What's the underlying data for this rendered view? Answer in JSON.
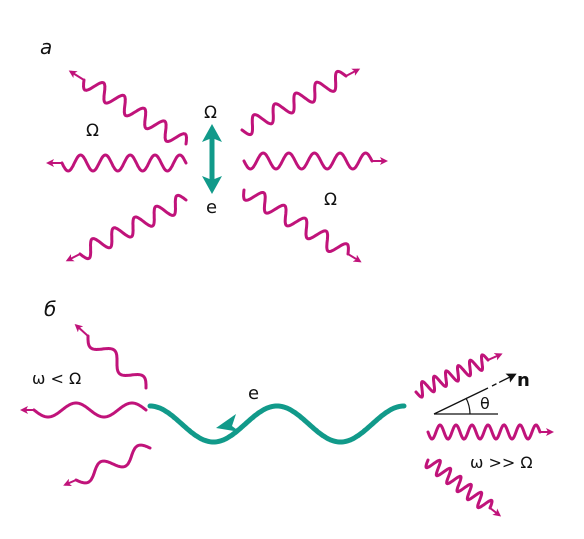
{
  "panel_a": {
    "label": "а",
    "omega_upper_left": "Ω",
    "omega_top": "Ω",
    "omega_right": "Ω",
    "electron": "e"
  },
  "panel_b": {
    "label": "б",
    "low_freq": "ω < Ω",
    "electron": "e",
    "direction": "n",
    "angle": "θ",
    "high_freq": "ω >> Ω"
  },
  "colors": {
    "wave": "#c0137a",
    "electron": "#119a8a",
    "text": "#111111"
  }
}
